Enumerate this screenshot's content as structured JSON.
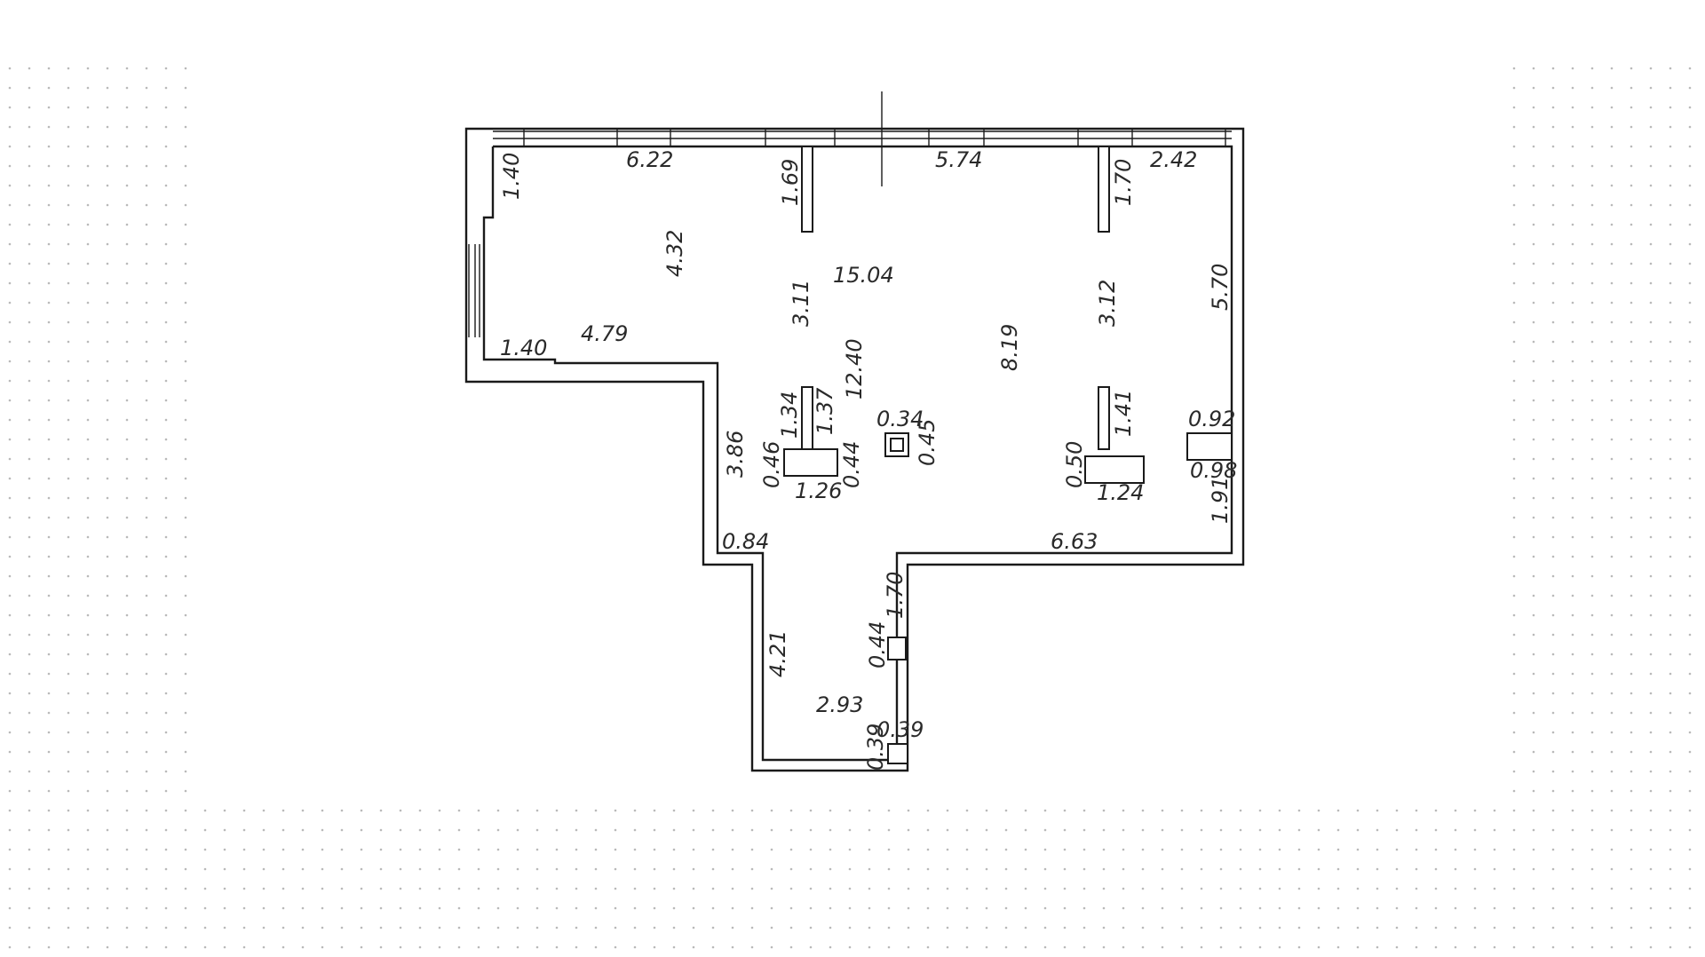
{
  "plan": {
    "background_color": "#ffffff",
    "line_color": "#1a1a1a",
    "dot_color": "#b9b9b9",
    "dimensions": {
      "top_left_window_span": "6.22",
      "top_middle_window_span": "5.74",
      "top_right_window_span": "2.42",
      "left_upper_wall": "1.40",
      "left_lower_wall": "1.40",
      "main_room_depth_left": "4.32",
      "main_room_length": "15.04",
      "left_wing_length": "4.79",
      "partition_left_top": "1.69",
      "partition_right_top": "1.70",
      "partition_left_gap": "3.11",
      "partition_right_gap": "3.12",
      "right_wall_upper": "5.70",
      "central_depth": "12.40",
      "central_width": "8.19",
      "pier_left_height": "1.34",
      "pier_left_stem": "1.37",
      "column_size_a": "0.34",
      "column_size_b": "0.45",
      "pier_left_depth_a": "0.46",
      "pier_left_depth_b": "0.44",
      "pier_left_width": "1.26",
      "pier_right_stem": "1.41",
      "pier_right_depth": "0.50",
      "pier_right_width": "1.24",
      "niche_width": "0.92",
      "niche_depth": "0.98",
      "right_wall_lower": "1.91",
      "left_step_wall": "3.86",
      "left_step_ledge": "0.84",
      "lower_right_wall": "6.63",
      "corridor_wall_upper": "1.70",
      "corridor_niche": "0.44",
      "corridor_left_wall": "4.21",
      "corridor_width": "2.93",
      "corridor_niche_small_a": "0.39",
      "corridor_niche_small_b": "0.39"
    }
  }
}
